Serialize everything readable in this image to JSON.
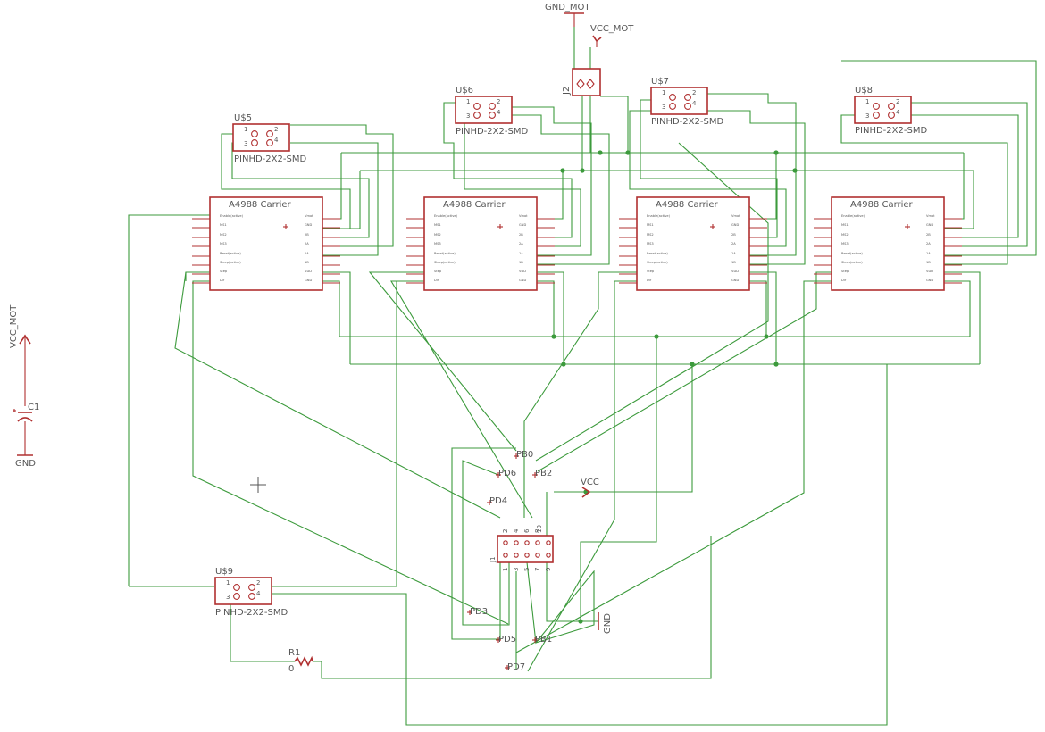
{
  "power": {
    "gnd_mot": "GND_MOT",
    "vcc_mot_top": "VCC_MOT",
    "vcc_mot_left": "VCC_MOT",
    "gnd_left": "GND",
    "vcc": "VCC",
    "gnd_bottom": "GND"
  },
  "connector_j2": {
    "name": "J2"
  },
  "capacitor": {
    "name": "C1"
  },
  "resistor": {
    "name": "R1",
    "value": "0"
  },
  "header_parts": [
    {
      "name": "U$5",
      "value": "PINHD-2X2-SMD",
      "pins": [
        "1",
        "2",
        "3",
        "4"
      ]
    },
    {
      "name": "U$6",
      "value": "PINHD-2X2-SMD",
      "pins": [
        "1",
        "2",
        "3",
        "4"
      ]
    },
    {
      "name": "U$7",
      "value": "PINHD-2X2-SMD",
      "pins": [
        "1",
        "2",
        "3",
        "4"
      ]
    },
    {
      "name": "U$8",
      "value": "PINHD-2X2-SMD",
      "pins": [
        "1",
        "2",
        "3",
        "4"
      ]
    },
    {
      "name": "U$9",
      "value": "PINHD-2X2-SMD",
      "pins": [
        "1",
        "2",
        "3",
        "4"
      ]
    }
  ],
  "drivers": [
    {
      "name": "A4988 Carrier"
    },
    {
      "name": "A4988 Carrier"
    },
    {
      "name": "A4988 Carrier"
    },
    {
      "name": "A4988 Carrier"
    }
  ],
  "driver_left_pins": [
    "Enable(active)",
    "MS1",
    "MS2",
    "MS3",
    "Reset(active)",
    "Sleep(active)",
    "Step",
    "Dir"
  ],
  "driver_right_pins": [
    "Vmot",
    "GND",
    "2B",
    "2A",
    "1A",
    "1B",
    "VDD",
    "GND"
  ],
  "connector_j1": {
    "name": "J1",
    "top_pins": [
      "2",
      "4",
      "6",
      "8",
      "10"
    ],
    "bottom_pins": [
      "1",
      "3",
      "5",
      "7",
      "9"
    ]
  },
  "net_labels": {
    "pb0": "PB0",
    "pd6": "PD6",
    "pb2": "PB2",
    "pd4": "PD4",
    "pd3": "PD3",
    "pd5": "PD5",
    "pb1": "PB1",
    "pd7": "PD7"
  }
}
